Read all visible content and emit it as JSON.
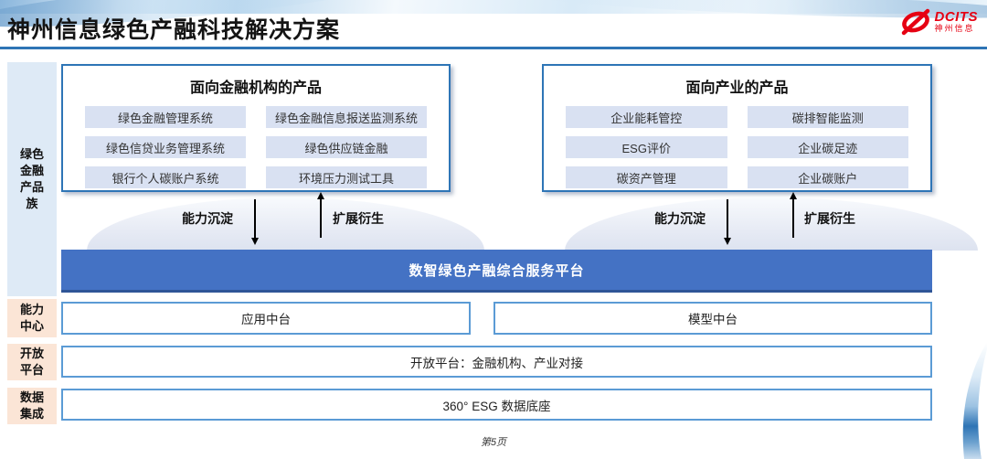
{
  "header": {
    "title": "神州信息绿色产融科技解决方案",
    "logo": {
      "brand": "DCITS",
      "brand_cn": "神州信息"
    }
  },
  "rail": {
    "product_family": "绿色金融产品族",
    "capability_center": "能力中心",
    "open_platform": "开放平台",
    "data_integration": "数据集成"
  },
  "groups": [
    {
      "title": "面向金融机构的产品",
      "items": [
        "绿色金融管理系统",
        "绿色金融信息报送监测系统",
        "绿色信贷业务管理系统",
        "绿色供应链金融",
        "银行个人碳账户系统",
        "环境压力测试工具"
      ]
    },
    {
      "title": "面向产业的产品",
      "items": [
        "企业能耗管控",
        "碳排智能监测",
        "ESG评价",
        "企业碳足迹",
        "碳资产管理",
        "企业碳账户"
      ]
    }
  ],
  "flow": {
    "down": "能力沉淀",
    "up": "扩展衍生"
  },
  "platform_bar": "数智绿色产融综合服务平台",
  "capability_center": {
    "items": [
      "应用中台",
      "模型中台"
    ]
  },
  "open_platform_text": "开放平台：金融机构、产业对接",
  "data_integration_text": "360° ESG 数据底座",
  "footer": {
    "page": "第5页"
  },
  "colors": {
    "accent_blue": "#2e74b5",
    "platform_blue": "#4472c4",
    "box_border_blue": "#5b9bd5",
    "pill_blue": "#d9e1f2",
    "rail_blue": "#deeaf6",
    "rail_peach": "#fbe5d6",
    "logo_red": "#e60012"
  }
}
